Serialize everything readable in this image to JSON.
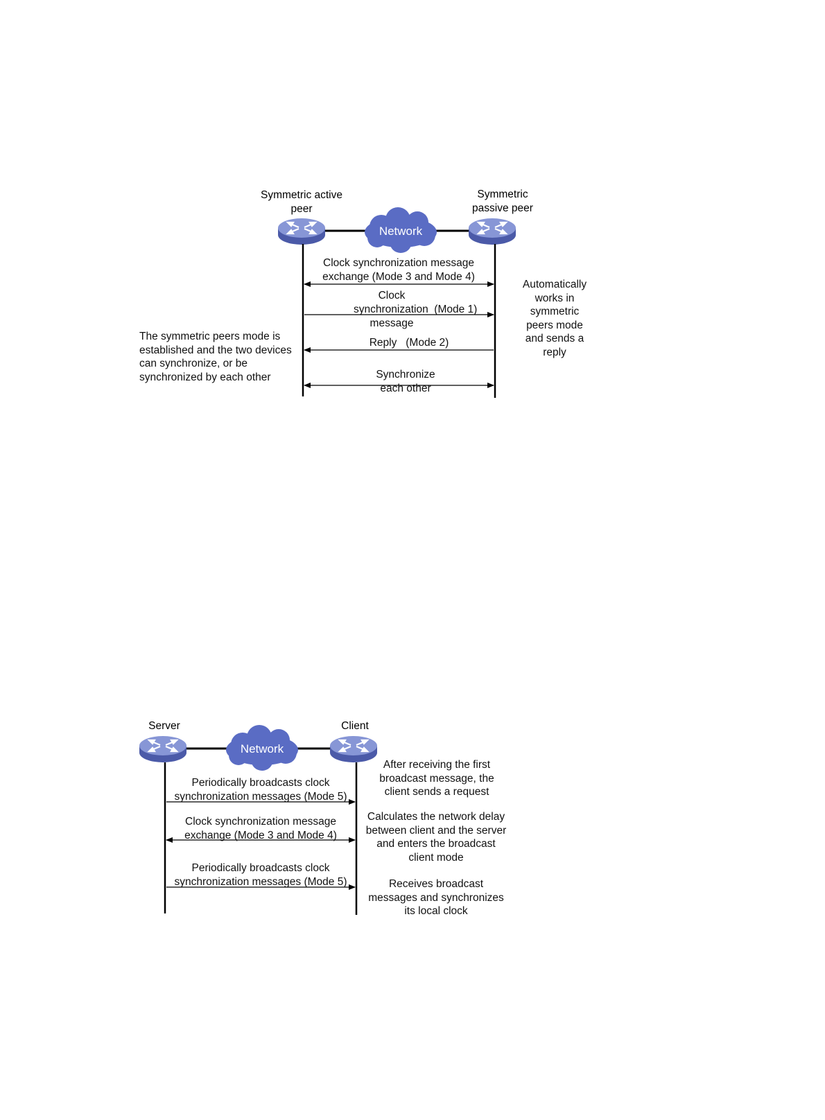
{
  "diagram1": {
    "active_peer_label": "Symmetric active\npeer",
    "passive_peer_label": "Symmetric\npassive peer",
    "network_label": "Network",
    "msg_exchange": "Clock synchronization message\nexchange (Mode 3 and Mode 4)",
    "msg_clock_line1": "Clock",
    "msg_clock_line2": "synchronization  (Mode 1)",
    "msg_clock_line3": "message",
    "msg_reply": "Reply   (Mode 2)",
    "msg_sync": "Synchronize\neach other",
    "note_right": "Automatically\nworks in\nsymmetric\npeers mode\nand sends a\nreply",
    "note_left": "The symmetric peers mode is\nestablished and the two devices\ncan  synchronize, or be\nsynchronized by each other"
  },
  "diagram2": {
    "server_label": "Server",
    "client_label": "Client",
    "network_label": "Network",
    "msg_broadcast1": "Periodically broadcasts clock\nsynchronization messages (Mode 5)",
    "msg_exchange": "Clock synchronization message\nexchange (Mode 3 and Mode 4)",
    "msg_broadcast2": "Periodically broadcasts clock\nsynchronization messages (Mode 5)",
    "note1": "After receiving the first\nbroadcast message, the\nclient sends a request",
    "note2": "Calculates the network delay\nbetween client and the server\nand enters the broadcast\nclient mode",
    "note3": "Receives broadcast\nmessages and synchronizes\nits local clock"
  },
  "colors": {
    "device_top": "#7f8fd0",
    "device_side": "#4b5aa8",
    "cloud": "#5a6cc4"
  }
}
